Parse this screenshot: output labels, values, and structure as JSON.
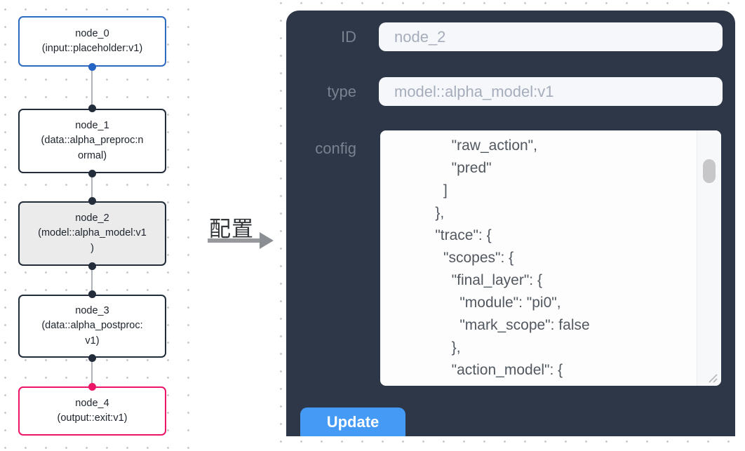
{
  "colors": {
    "panel_background": "#2d3748",
    "input_node_accent": "#2e6bc0",
    "output_node_accent": "#ec1568",
    "selected_node_background": "#ebebeb",
    "update_button": "#459af5"
  },
  "flow": {
    "nodes": [
      {
        "id": "node_0",
        "label": "node_0\n(input::placeholder:v1)",
        "variant": "input"
      },
      {
        "id": "node_1",
        "label": "node_1\n(data::alpha_preproc:n\normal)",
        "variant": "default"
      },
      {
        "id": "node_2",
        "label": "node_2\n(model::alpha_model:v1\n)",
        "variant": "selected"
      },
      {
        "id": "node_3",
        "label": "node_3\n(data::alpha_postproc:\nv1)",
        "variant": "default"
      },
      {
        "id": "node_4",
        "label": "node_4\n(output::exit:v1)",
        "variant": "output"
      }
    ]
  },
  "annotation": {
    "label": "配置"
  },
  "panel": {
    "id_label": "ID",
    "id_value": "node_2",
    "type_label": "type",
    "type_value": "model::alpha_model:v1",
    "config_label": "config",
    "config_lines": [
      "        \"raw_action\",",
      "        \"pred\"",
      "      ]",
      "    },",
      "    \"trace\": {",
      "      \"scopes\": {",
      "        \"final_layer\": {",
      "          \"module\": \"pi0\",",
      "          \"mark_scope\": false",
      "        },",
      "        \"action_model\": {"
    ],
    "update_label": "Update"
  }
}
